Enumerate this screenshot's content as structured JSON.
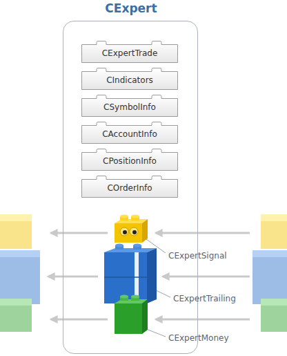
{
  "diagram": {
    "nodes": [
      {
        "text": [
          "CExpert"
        ]
      },
      {
        "text": [
          "CExpertTrade"
        ],
        "in": 0
      },
      {
        "text": [
          "CIndicators"
        ],
        "in": 0
      },
      {
        "text": [
          "CSymbolInfo"
        ],
        "in": 0
      },
      {
        "text": [
          "CAccountInfo"
        ],
        "in": 0
      },
      {
        "text": [
          "CPositionInfo"
        ],
        "in": 0
      },
      {
        "text": [
          "COrderInfo"
        ],
        "in": 0
      },
      {
        "text": [
          "CExpertSignal"
        ],
        "in": 0
      },
      {
        "text": [
          "CExpertTrailing"
        ],
        "in": 0
      },
      {
        "text": [
          "CExpertMoney"
        ],
        "in": 0
      }
    ]
  }
}
